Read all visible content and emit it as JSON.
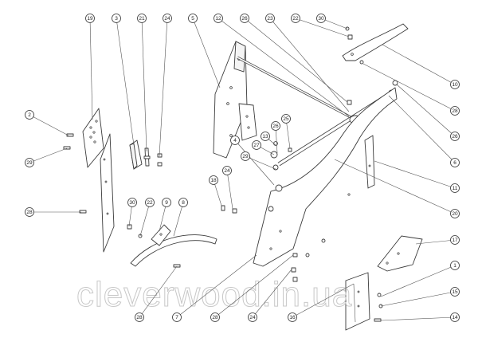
{
  "watermark": "cleverwood.in.ua",
  "callouts": [
    {
      "label": "19"
    },
    {
      "label": "3"
    },
    {
      "label": "21"
    },
    {
      "label": "24"
    },
    {
      "label": "5"
    },
    {
      "label": "12"
    },
    {
      "label": "26"
    },
    {
      "label": "23"
    },
    {
      "label": "22"
    },
    {
      "label": "30"
    },
    {
      "label": "10"
    },
    {
      "label": "28"
    },
    {
      "label": "26"
    },
    {
      "label": "6"
    },
    {
      "label": "11"
    },
    {
      "label": "20"
    },
    {
      "label": "17"
    },
    {
      "label": "1"
    },
    {
      "label": "15"
    },
    {
      "label": "14"
    },
    {
      "label": "16"
    },
    {
      "label": "24"
    },
    {
      "label": "28"
    },
    {
      "label": "7"
    },
    {
      "label": "28"
    },
    {
      "label": "2"
    },
    {
      "label": "29"
    },
    {
      "label": "28"
    },
    {
      "label": "30"
    },
    {
      "label": "22"
    },
    {
      "label": "9"
    },
    {
      "label": "8"
    },
    {
      "label": "18"
    },
    {
      "label": "24"
    },
    {
      "label": "4"
    },
    {
      "label": "29"
    },
    {
      "label": "27"
    },
    {
      "label": "13"
    },
    {
      "label": "26"
    },
    {
      "label": "25"
    }
  ]
}
